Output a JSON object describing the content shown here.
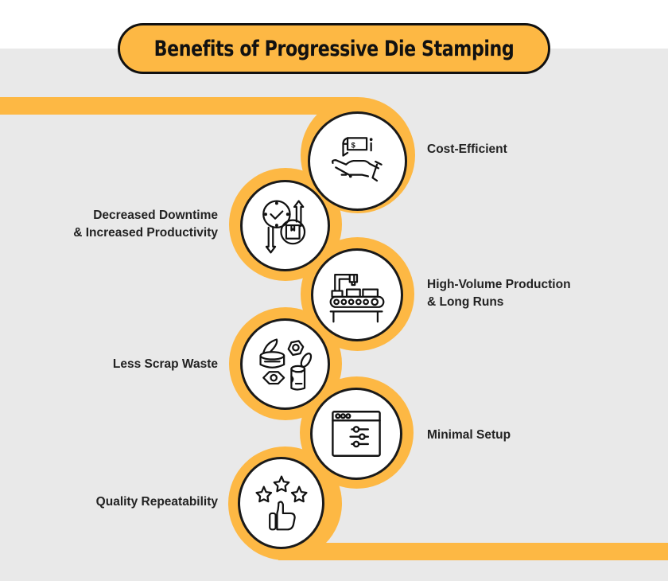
{
  "title": "Benefits of Progressive Die Stamping",
  "colors": {
    "accent": "#fdb844",
    "background": "#e9e9e9",
    "outline": "#1a1a1a",
    "text": "#222222"
  },
  "benefits": [
    {
      "icon": "hand-money-icon",
      "lines": [
        "Cost-Efficient"
      ],
      "side": "right"
    },
    {
      "icon": "clock-box-arrows-icon",
      "lines": [
        "Decreased Downtime",
        "& Increased Productivity"
      ],
      "side": "left"
    },
    {
      "icon": "conveyor-robot-arm-icon",
      "lines": [
        "High-Volume Production",
        "& Long Runs"
      ],
      "side": "right"
    },
    {
      "icon": "scrap-cans-nuts-icon",
      "lines": [
        "Less Scrap Waste"
      ],
      "side": "left"
    },
    {
      "icon": "settings-window-sliders-icon",
      "lines": [
        "Minimal Setup"
      ],
      "side": "right"
    },
    {
      "icon": "stars-thumbs-up-icon",
      "lines": [
        "Quality Repeatability"
      ],
      "side": "left"
    }
  ]
}
